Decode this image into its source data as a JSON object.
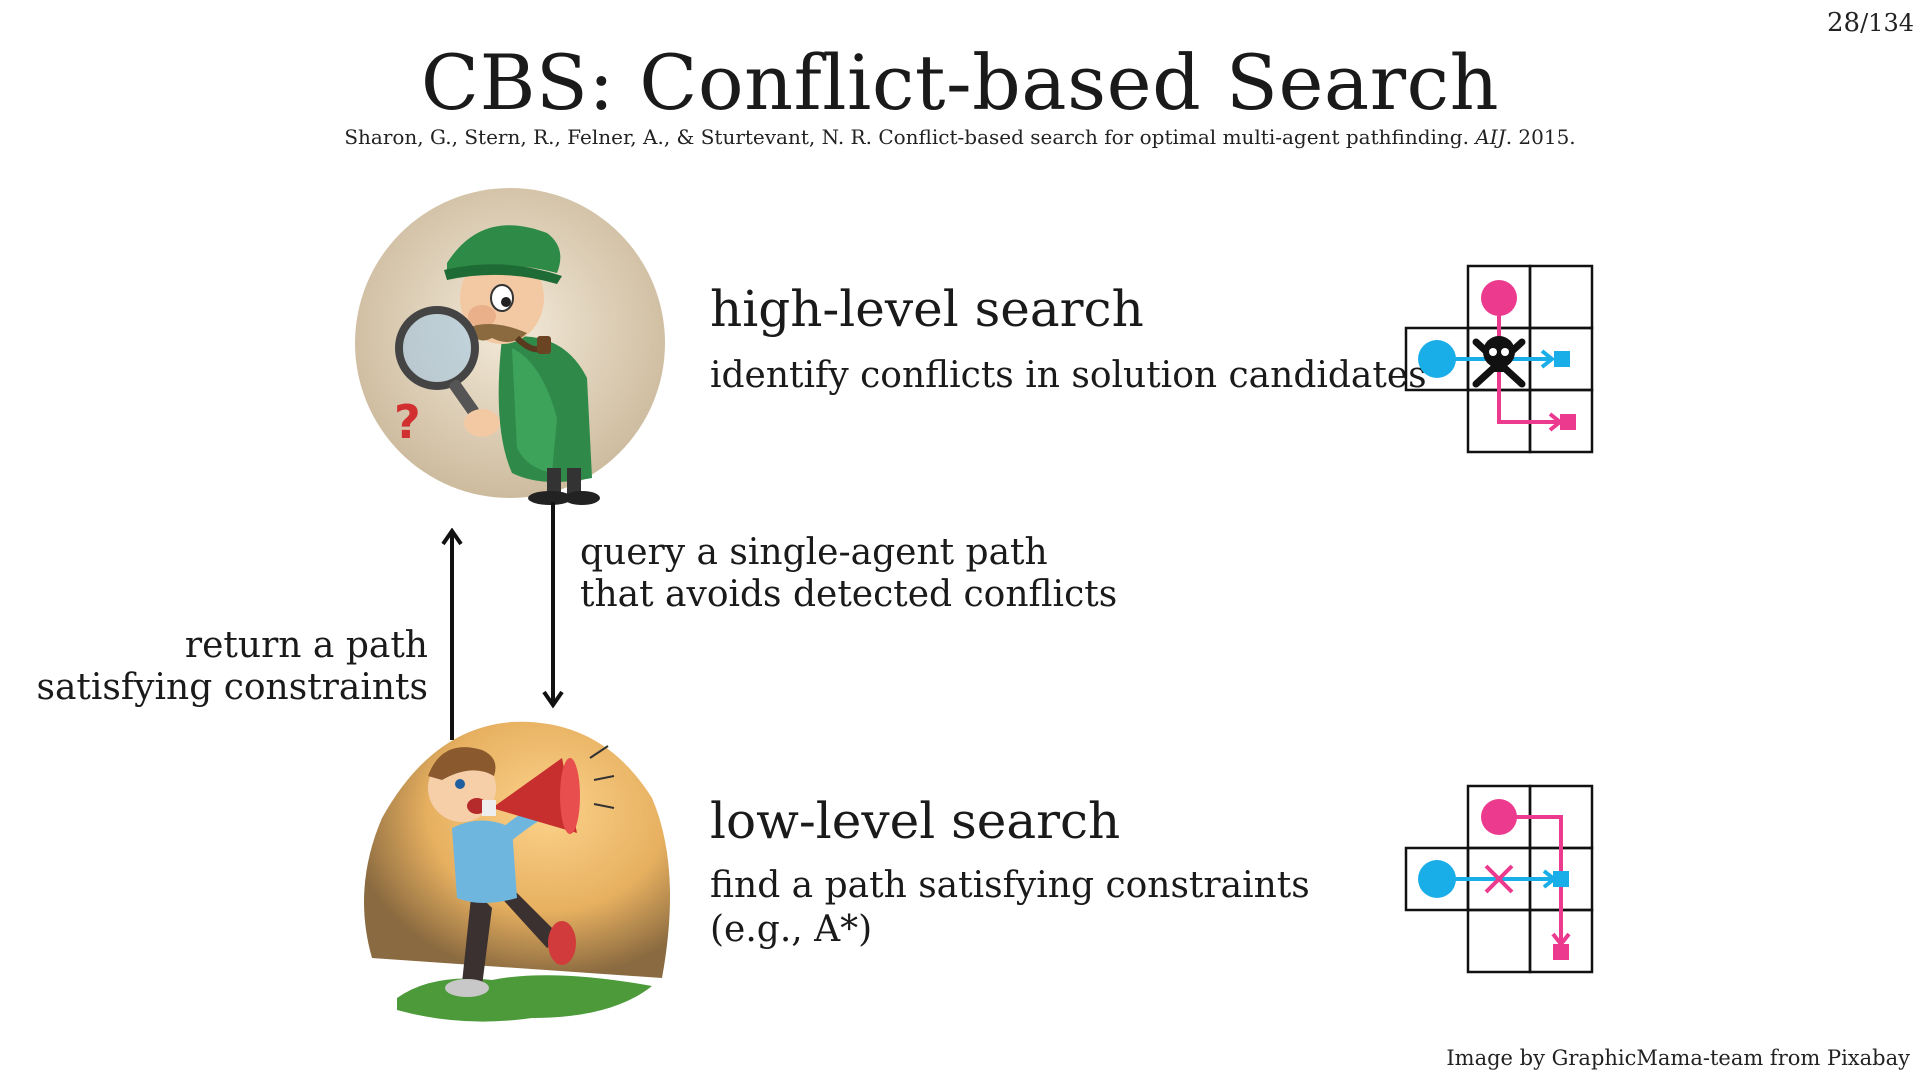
{
  "page": {
    "current": "28",
    "total": "/134"
  },
  "title": "CBS: Conflict-based Search",
  "citation": {
    "text": "Sharon, G., Stern, R., Felner, A., & Sturtevant, N. R. Conflict-based search for optimal multi-agent pathfinding.",
    "venue": "AIJ",
    "year": ". 2015."
  },
  "high_level": {
    "heading": "high-level search",
    "description": "identify conflicts in solution candidates"
  },
  "low_level": {
    "heading": "low-level search",
    "description_line1": "find a path satisfying constraints",
    "description_line2": "(e.g., A*)"
  },
  "query_label": {
    "line1": "query a single-agent path",
    "line2": "that avoids detected conflicts"
  },
  "return_label": {
    "line1": "return a path",
    "line2": "satisfying constraints"
  },
  "credit": "Image by GraphicMama-team from Pixabay",
  "colors": {
    "agent_pink": "#ec3a8e",
    "agent_blue": "#1aaee8",
    "grid_line": "#111111"
  },
  "icons": [
    "detective-illustration",
    "megaphone-man-illustration",
    "skull-crossbones-icon",
    "cross-mark-icon"
  ]
}
